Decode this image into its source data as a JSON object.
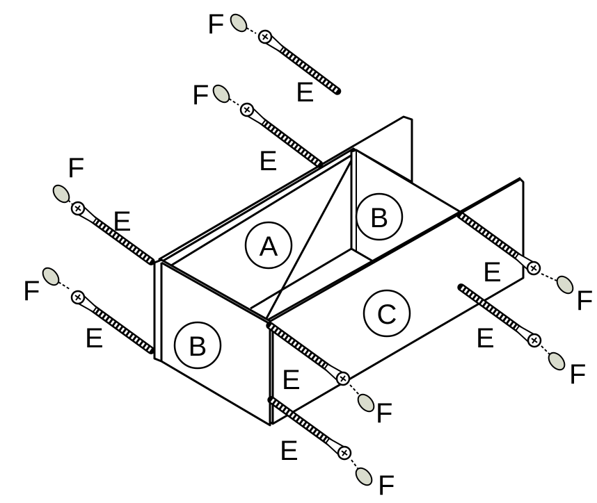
{
  "diagram": {
    "panels": {
      "top_panel_label": "A",
      "front_panel_label": "C",
      "left_end_panel_label": "B",
      "right_end_panel_label": "B"
    },
    "hardware": {
      "screw_label": "E",
      "cap_label": "F"
    },
    "colors": {
      "line": "#000000",
      "cap_fill": "#d9dccd",
      "panel_fill": "#ffffff"
    }
  }
}
